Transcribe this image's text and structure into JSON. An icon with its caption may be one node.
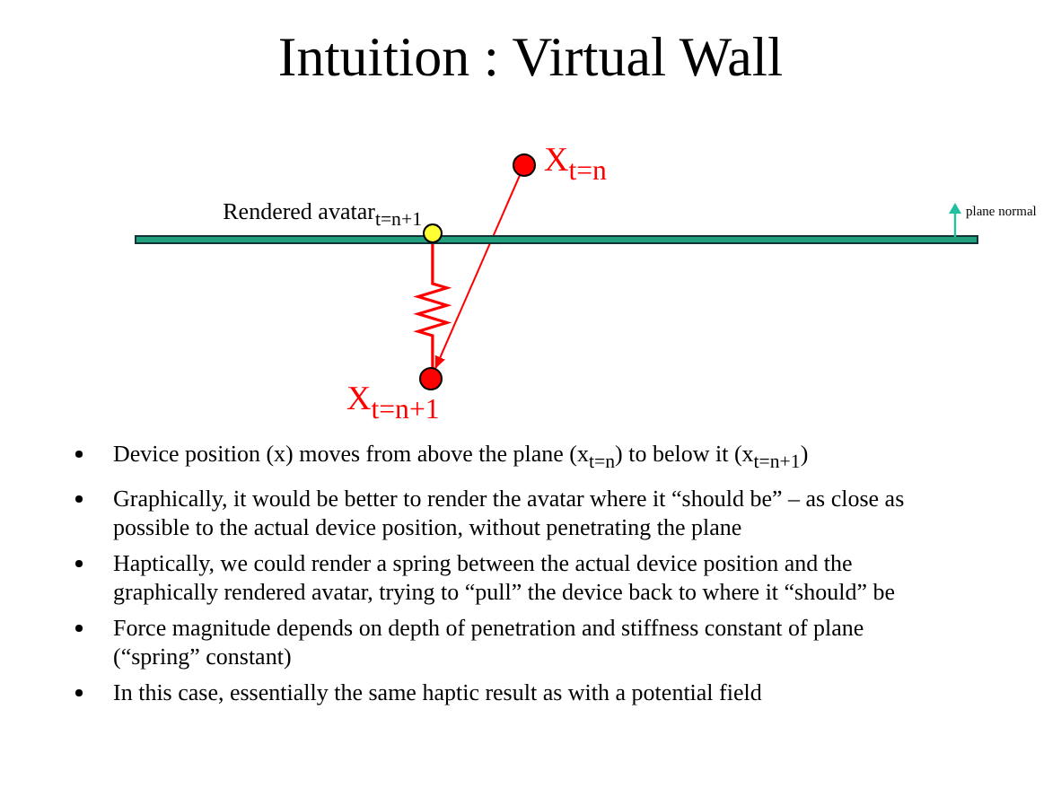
{
  "diagram": {
    "title": "Intuition : Virtual Wall",
    "nodes": [
      {
        "text": [],
        "shape": "bar"
      },
      {
        "text": [
          "X$_{t=n}$"
        ]
      },
      {
        "text": [
          "Rendered avatar$_{t=n+1}$"
        ]
      },
      {
        "text": [
          "X$_{t=n+1}$"
        ]
      }
    ],
    "edges": [
      {
        "from": 1,
        "to": 3,
        "arrow": "to"
      },
      {
        "from": 2,
        "to": 3,
        "arrow": "none"
      }
    ],
    "labels": [
      "plane normal",
      "Device position (x) moves from above the plane (x$_{t=n}$) to below it (x$_{t=n+1}$)",
      "Graphically, it would be better to render the avatar where it “should be” – as close as possible to the actual device position, without penetrating the plane",
      "Haptically, we could render a spring between the actual device position and the graphically rendered avatar, trying to “pull” the device back to where it “should” be",
      "Force magnitude depends on depth of penetration and stiffness constant of plane (“spring” constant)",
      "In this case, essentially the same haptic result as with a potential field"
    ]
  }
}
